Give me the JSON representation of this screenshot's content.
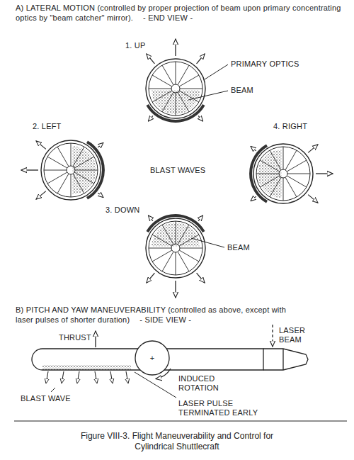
{
  "diagram": {
    "caption": "Figure VIII-3. Flight Maneuverability and Control for Cylindrical Shuttlecraft",
    "labels": [
      "A) LATERAL MOTION (controlled by proper projection of beam upon primary concentrating optics by \"beam catcher\" mirror).",
      "- END VIEW -",
      "1. UP",
      "PRIMARY OPTICS",
      "BEAM",
      "2. LEFT",
      "4. RIGHT",
      "BLAST WAVES",
      "3. DOWN",
      "BEAM",
      "B) PITCH AND YAW MANEUVERABILITY (controlled as above, except with laser pulses of shorter duration)",
      "- SIDE VIEW -",
      "THRUST",
      "LASER BEAM",
      "+",
      "INDUCED ROTATION",
      "BLAST WAVE",
      "LASER PULSE TERMINATED EARLY"
    ]
  }
}
